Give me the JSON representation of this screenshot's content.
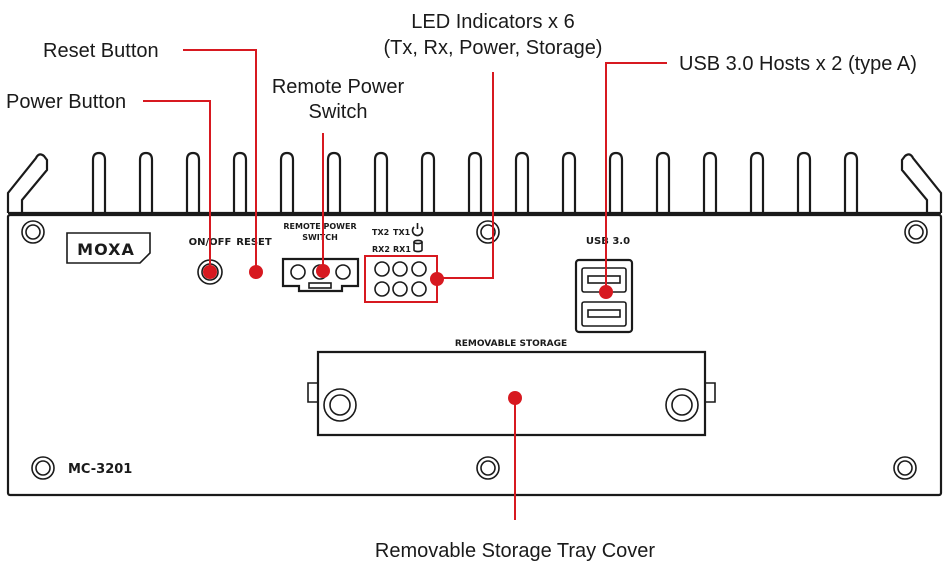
{
  "callouts": {
    "reset_button": "Reset Button",
    "power_button": "Power Button",
    "remote_power_switch_line1": "Remote Power",
    "remote_power_switch_line2": "Switch",
    "led_indicators_line1": "LED Indicators x 6",
    "led_indicators_line2": "(Tx, Rx, Power, Storage)",
    "usb_hosts": "USB 3.0 Hosts x 2 (type A)",
    "removable_storage_cover": "Removable Storage Tray Cover"
  },
  "panel_labels": {
    "logo": "MOXA",
    "on_off": "ON/OFF",
    "reset": "RESET",
    "remote_power_line1": "REMOTE POWER",
    "remote_power_line2": "SWITCH",
    "tx2": "TX2",
    "tx1": "TX1",
    "rx2": "RX2",
    "rx1": "RX1",
    "usb": "USB 3.0",
    "removable_storage": "REMOVABLE STORAGE",
    "model": "MC-3201"
  },
  "icons": {
    "power": "power-icon",
    "storage": "storage-icon"
  },
  "colors": {
    "callout": "#d71920",
    "outline": "#1a1a1a"
  }
}
